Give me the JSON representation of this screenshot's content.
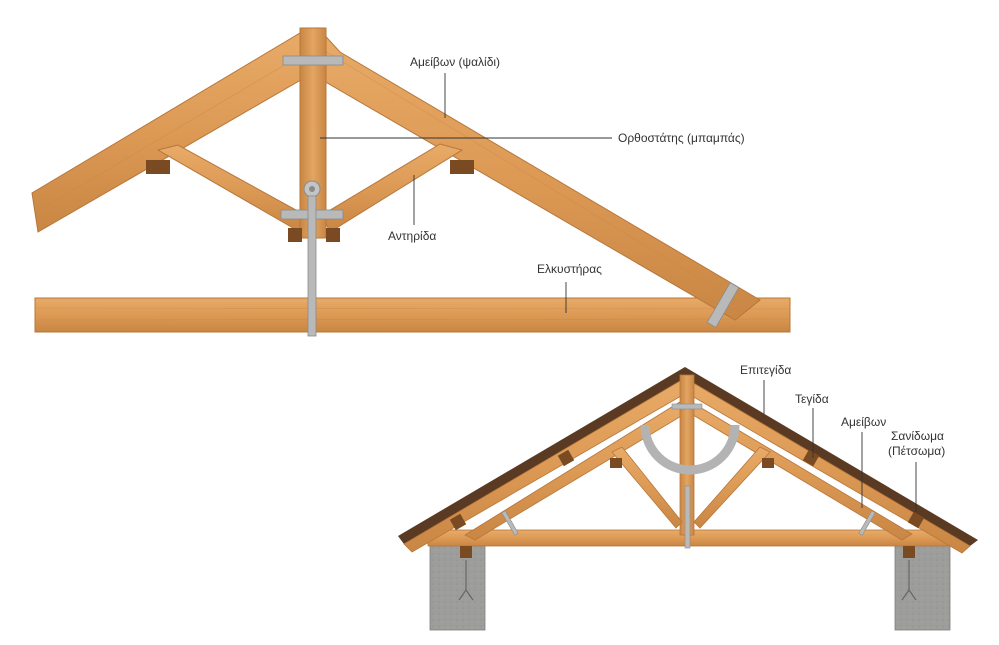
{
  "labels": {
    "top": {
      "ameivon": "Αμείβων (ψαλίδι)",
      "orthostatis": "Ορθοστάτης (μπαμπάς)",
      "antiridia": "Αντηρίδα",
      "elkystiras": "Ελκυστήρας"
    },
    "bottom": {
      "epitegida": "Επιτεγίδα",
      "tegida": "Τεγίδα",
      "ameivon": "Αμείβων",
      "sanidoma_line1": "Σανίδωμα",
      "sanidoma_line2": "(Πέτσωμα)"
    }
  },
  "colors": {
    "wood": "#dc9a55",
    "wood_dark": "#b8763a",
    "block": "#7a4a22",
    "steel": "#b9b9b9",
    "steel_dark": "#8a8a8a",
    "concrete": "#9c9c9a",
    "roof_sheet": "#5a3a22",
    "leader": "#333333"
  }
}
